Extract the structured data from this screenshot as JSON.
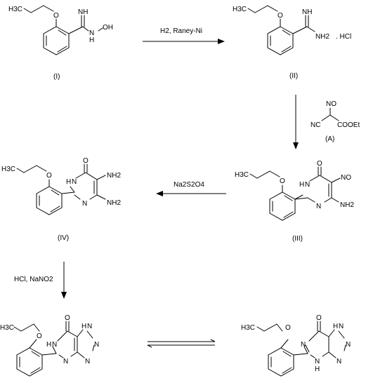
{
  "compounds": {
    "I": {
      "label": "(I)",
      "atoms": {
        "ch3": "H3C",
        "o": "O",
        "nh": "NH",
        "n": "N",
        "oh": "OH",
        "h": "H"
      }
    },
    "II": {
      "label": "(II)",
      "atoms": {
        "ch3": "H3C",
        "o": "O",
        "nh": "NH",
        "nh2": "NH2",
        "hcl": ". HCl"
      }
    },
    "A": {
      "label": "(A)",
      "atoms": {
        "no": "NO",
        "nc": "NC",
        "cooet": "COOEt"
      }
    },
    "III": {
      "label": "(III)",
      "atoms": {
        "ch3": "H3C",
        "o_ether": "O",
        "o_carbonyl": "O",
        "nh": "N",
        "h": "H",
        "n": "N",
        "no": "NO",
        "nh2": "NH2"
      }
    },
    "IV": {
      "label": "(IV)",
      "atoms": {
        "ch3": "H3C",
        "o_ether": "O",
        "o_carbonyl": "O",
        "nh": "N",
        "h": "H",
        "n": "N",
        "nh2_top": "NH2",
        "nh2_bottom": "NH2"
      }
    },
    "V": {
      "atoms": {
        "ch3": "H3C",
        "o_ether": "O",
        "o_carbonyl": "O",
        "nh6": "N",
        "h6": "H",
        "n4": "N",
        "n1": "N",
        "h1": "H",
        "n2": "N",
        "n3": "N"
      }
    },
    "VI": {
      "atoms": {
        "ch3": "H3C",
        "o_ether": "O",
        "o_carbonyl": "O",
        "n6": "N",
        "n4": "N",
        "h4": "H",
        "n1": "N",
        "h1": "H",
        "n2": "N",
        "n3": "N"
      }
    }
  },
  "reagents": {
    "step1": "H2, Raney-Ni",
    "step3": "Na2S2O4",
    "step4": "HCl, NaNO2"
  },
  "arrows": {
    "step1": "right",
    "step2": "down",
    "step3": "left",
    "step4": "down",
    "tautomer": "equilibrium"
  }
}
